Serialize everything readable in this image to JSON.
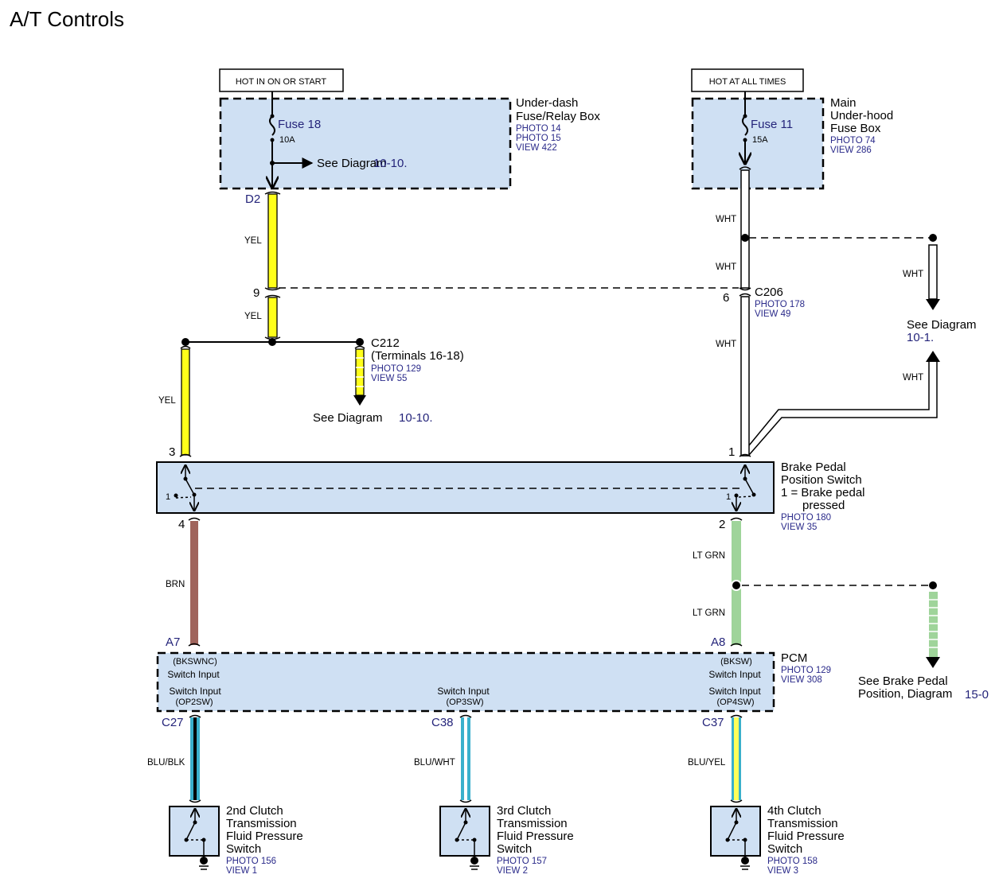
{
  "title": "A/T Controls",
  "power_sources": [
    {
      "label": "HOT IN ON OR START"
    },
    {
      "label": "HOT AT ALL TIMES"
    }
  ],
  "fuse_boxes": [
    {
      "name_lines": [
        "Under-dash",
        "Fuse/Relay Box"
      ],
      "refs": [
        "PHOTO 14",
        "PHOTO 15",
        "VIEW 422"
      ],
      "fuse": "Fuse 18",
      "rating": "10A",
      "see_prefix": "See Diagram",
      "see_ref": "10-10."
    },
    {
      "name_lines": [
        "Main",
        "Under-hood",
        "Fuse Box"
      ],
      "refs": [
        "PHOTO 74",
        "VIEW 286"
      ],
      "fuse": "Fuse 11",
      "rating": "15A"
    }
  ],
  "connectors": {
    "d2": "D2",
    "pin9": "9",
    "pin6": "6",
    "c206": {
      "name": "C206",
      "refs": [
        "PHOTO 178",
        "VIEW 49"
      ]
    },
    "c212": {
      "name": "C212",
      "sub": "(Terminals 16-18)",
      "refs": [
        "PHOTO 129",
        "VIEW 55"
      ],
      "see_prefix": "See  Diagram",
      "see_ref": "10-10."
    },
    "pin3": "3",
    "pin1": "1",
    "pin4": "4",
    "pin2": "2",
    "a7": "A7",
    "a8": "A8",
    "c27": "C27",
    "c38": "C38",
    "c37": "C37"
  },
  "wires": {
    "yel": "YEL",
    "wht": "WHT",
    "brn": "BRN",
    "lt_grn": "LT GRN",
    "blu_blk": "BLU/BLK",
    "blu_wht": "BLU/WHT",
    "blu_yel": "BLU/YEL"
  },
  "wire_colors": {
    "yel": "#ffff1a",
    "wht": "#ffffff",
    "brn": "#a0645c",
    "lt_grn": "#9fd49a",
    "blu": "#3ab0cc",
    "box": "#cfe0f3",
    "ref_text": "#24247a"
  },
  "see_diagram_10_1": {
    "prefix": "See Diagram",
    "ref": "10-1."
  },
  "brake_switch": {
    "name_lines": [
      "Brake Pedal",
      "Position Switch",
      "1 = Brake pedal",
      "pressed"
    ],
    "refs": [
      "PHOTO 180",
      "VIEW 35"
    ],
    "pos_label": "1"
  },
  "pcm": {
    "name": "PCM",
    "refs": [
      "PHOTO 129",
      "VIEW 308"
    ],
    "inputs": {
      "bkswnc_code": "(BKSWNC)",
      "bkswnc_label": "Switch Input",
      "bksw_code": "(BKSW)",
      "bksw_label": "Switch Input",
      "op2_label": "Switch Input",
      "op2_code": "(OP2SW)",
      "op3_label": "Switch Input",
      "op3_code": "(OP3SW)",
      "op4_label": "Switch Input",
      "op4_code": "(OP4SW)"
    }
  },
  "see_brake": {
    "line1": "See Brake Pedal",
    "line2": "Position, Diagram",
    "ref": "15-0"
  },
  "pressure_switches": [
    {
      "name_lines": [
        "2nd Clutch",
        "Transmission",
        "Fluid Pressure",
        "Switch"
      ],
      "refs": [
        "PHOTO 156",
        "VIEW 1"
      ]
    },
    {
      "name_lines": [
        "3rd Clutch",
        "Transmission",
        "Fluid Pressure",
        "Switch"
      ],
      "refs": [
        "PHOTO 157",
        "VIEW 2"
      ]
    },
    {
      "name_lines": [
        "4th Clutch",
        "Transmission",
        "Fluid Pressure",
        "Switch"
      ],
      "refs": [
        "PHOTO 158",
        "VIEW 3"
      ]
    }
  ]
}
